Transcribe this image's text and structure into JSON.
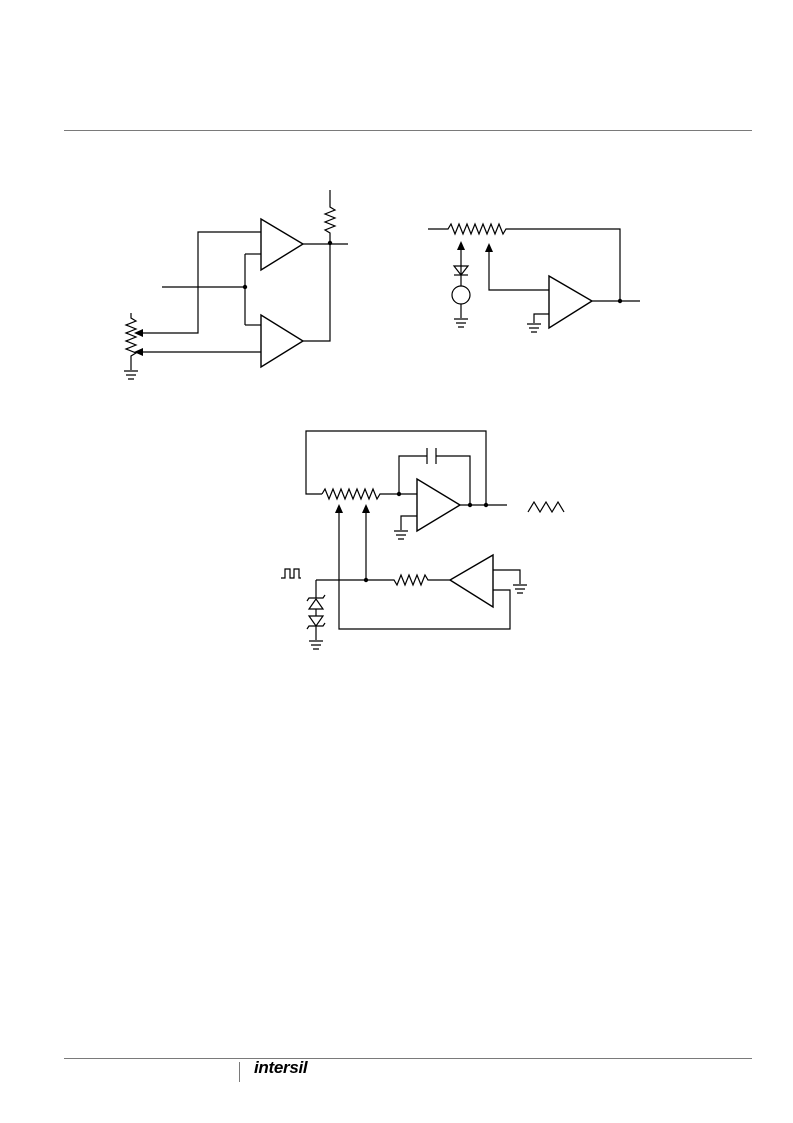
{
  "footer": {
    "logo_text": "intersil"
  },
  "figures": [
    {
      "id": "figure-dual-amp-pot"
    },
    {
      "id": "figure-photodiode-amp"
    },
    {
      "id": "figure-triangle-generator"
    }
  ]
}
